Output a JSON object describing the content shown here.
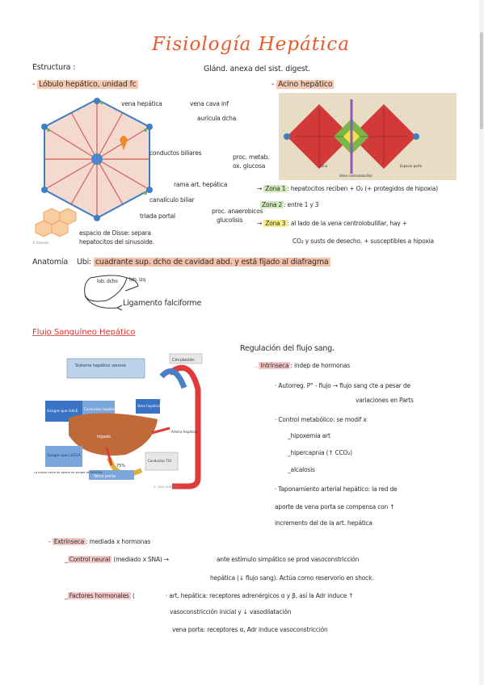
{
  "title": "Fisiología Hepática",
  "top": {
    "estructura": "Estructura :",
    "glandula": "Glánd. anexa del sist. digest.",
    "lobulo": "Lóbulo hepático, unidad fc",
    "acino": "Acino hepático"
  },
  "lobule_labels": {
    "vena_hepatica": "vena hepática",
    "vena_cava": "vena cava inf",
    "auricula": "aurícula dcha",
    "conductos": "conductos biliares",
    "rama_art": "rama art. hepática",
    "canaliculo": "canalículo biliar",
    "triada": "triada portal",
    "espacio_disse": "espacio de Disse: separa",
    "espacio_disse2": "hepatocitos del sinusoide."
  },
  "acino_labels": {
    "zona_izq": "Zona",
    "vena_central": "Vena centrolobulillar",
    "espacio_porta": "Espacio porta"
  },
  "zonas": {
    "proc_metab": "proc. metab.",
    "glucosa": "ox. glucosa",
    "zona1_label": "Zona 1",
    "zona1_text": ": hepatocitos reciben + O₂ (+ protegidos de hipoxia)",
    "zona2_label": "Zona 2",
    "zona2_text": ": entre 1 y 3",
    "proc_anaerob": "proc. anaerobicos",
    "glucolisis": "glucolisis",
    "zona3_label": "Zona 3",
    "zona3_text": ": al lado de la vena centrolobulillar, hay +",
    "zona3_text2": "CO₂ y susts de desecho. + susceptibles a hipoxia"
  },
  "anatomia": {
    "label": "Anatomía",
    "ubi": "Ubi:",
    "ubi_text": "cuadrante sup. dcho de cavidad abd. y está fijado al diafragma",
    "lob_dcho": "lob. dcho",
    "lob_izq": "lob. izq",
    "ligamento": "Ligamento falciforme"
  },
  "flujo": {
    "section_title": "Flujo Sanguíneo Hepático",
    "regulacion": "Regulación del flujo sang.",
    "intrinseca": "Intrínseca",
    "intrinseca_text": ": indep de hormonas",
    "autorreg": "· Autorreg. P° - flujo → flujo sang cte a pesar de",
    "autorreg2": "variaciones en Parts",
    "control_metab": "· Control metabólico: se modif x",
    "hipoxemia": "_hipoxemia art",
    "hipercapnia": "_hipercapnia (↑ CCO₂)",
    "alcalosis": "_alcalosis",
    "taponamiento": "· Taponamiento arterial hepático: la red de",
    "taponamiento2": "aporte de vena porta se compensa con ↑",
    "taponamiento3": "incremento del de la art. hepática",
    "extrinseca": "Extrínseca",
    "extrinseca_text": ": mediada x hormonas",
    "control_neural": "Control neural",
    "control_neural_text": "(mediado x SNA)",
    "neural_effect": "ante estímulo simpático se prod vasoconstricción",
    "neural_effect2": "hepática (↓ flujo sang). Actúa como reservorio en shock.",
    "factores": "Factores hormonales",
    "art_hep": "· art. hepática: receptores adrenérgicos α y β, así la Adr induce ↑",
    "art_hep2": "vasoconstricción inicial y ↓ vasodilatación",
    "vena_porta": "vena porta: receptores α, Adr induce vasoconstricción"
  },
  "flow_diagram": {
    "sistema_venoso": "Sistema hepático venoso",
    "circulacion": "Circulación",
    "sangre_sale": "Sangre que SALE",
    "conductos_hepaticos": "Conductos hepáticos",
    "vena_hepatica": "Vena hepática",
    "higado": "hígado",
    "arteria_hepatica": "Arteria hepática",
    "sangre_llega": "Sangre que LLEGA",
    "conductos_tgi": "Conductos TGI",
    "pct": "75%",
    "vena_porta": "Vena porta",
    "nota": "La mayor parte de aporte de sangre es VENOSA",
    "credit": "© 2023 ELSEVIER"
  },
  "colors": {
    "title": "#e65a2a",
    "highlight_peach": "#f7c9b0",
    "highlight_green": "#cfe8b9",
    "highlight_yellow": "#f7ec88",
    "section": "#d9302a"
  }
}
